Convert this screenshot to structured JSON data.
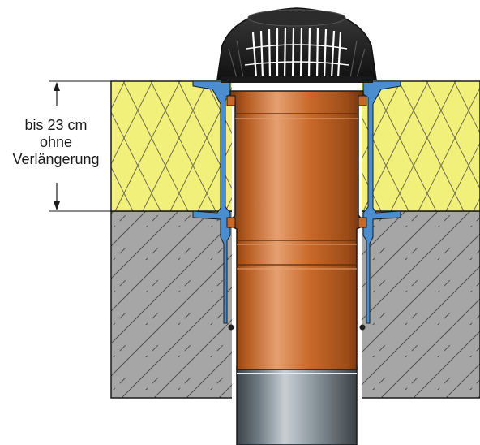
{
  "dimension_label": {
    "line1": "bis 23 cm",
    "line2": "ohne",
    "line3": "Verlängerung"
  },
  "colors": {
    "insulation": "#f0f07a",
    "insulation_hatch": "#7a7a5a",
    "concrete": "#a6a6a6",
    "concrete_hatch": "#555555",
    "membrane": "#4a8ed0",
    "pipe_orange": "#c8692a",
    "pipe_orange_highlight": "#e6a070",
    "pipe_orange_shadow": "#7a3a10",
    "pipe_grey": "#7d8890",
    "pipe_grey_highlight": "#c8d0d6",
    "grate": "#222222",
    "outline": "#1a1a1a"
  },
  "icons": {
    "dimension_arrow_up": "arrow-up-icon",
    "dimension_arrow_down": "arrow-down-icon"
  }
}
